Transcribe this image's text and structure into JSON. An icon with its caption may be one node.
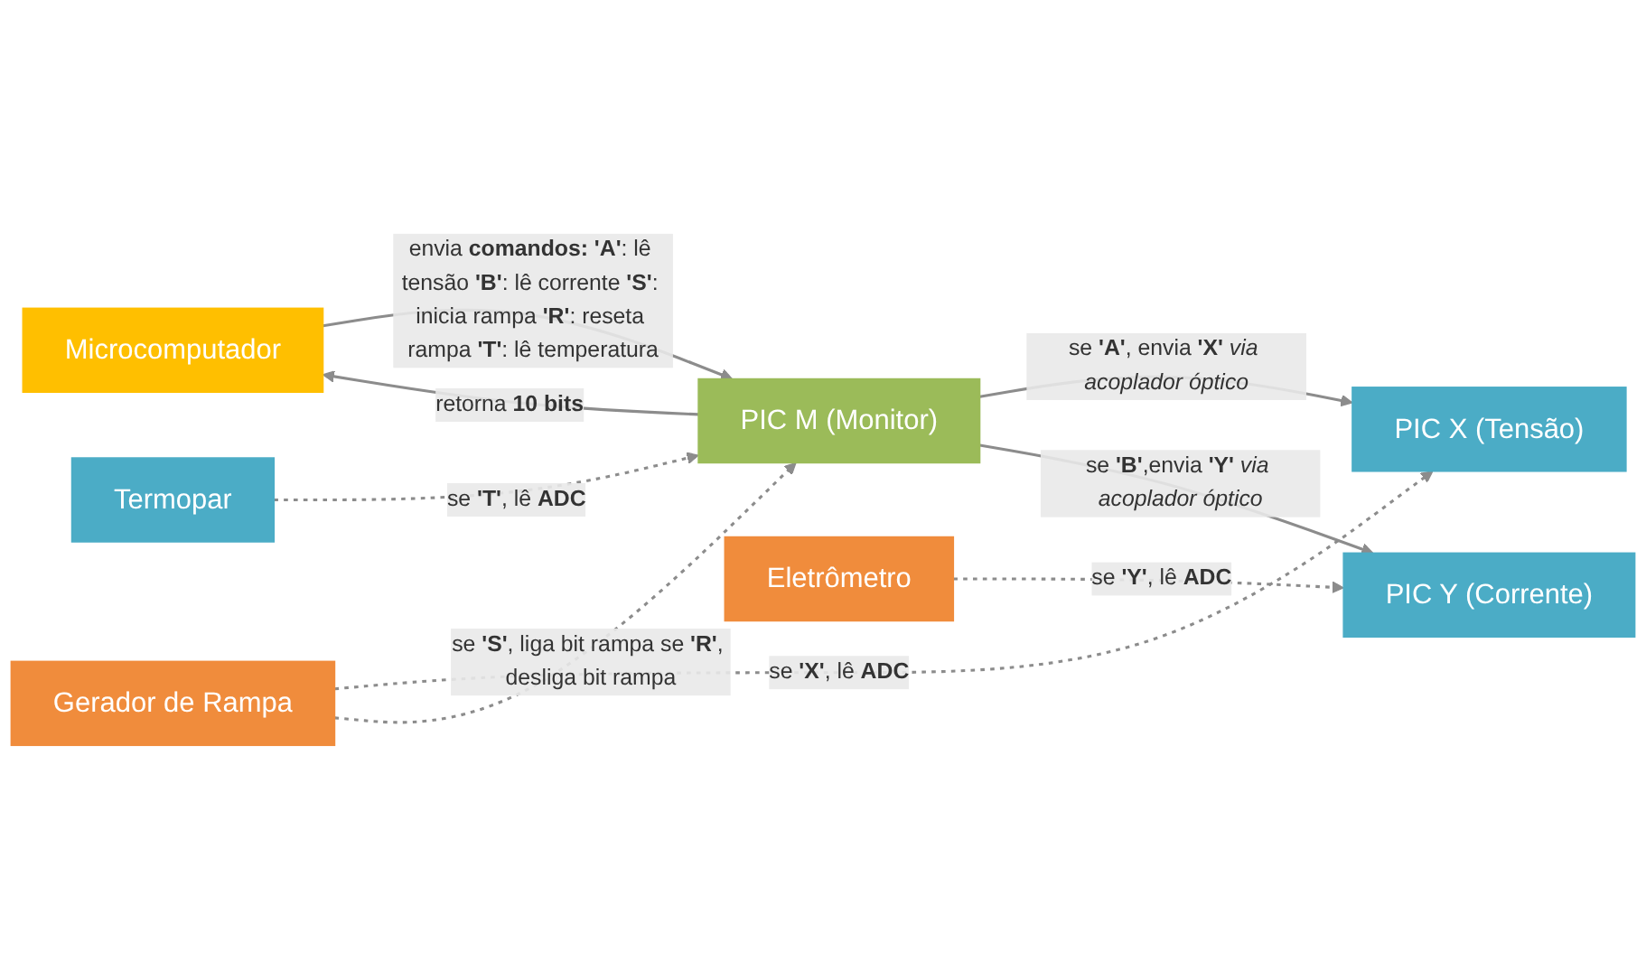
{
  "diagram": {
    "nodes": [
      {
        "text": [
          "Microcomputador"
        ]
      },
      {
        "text": [
          "PIC M (Monitor)"
        ]
      },
      {
        "text": [
          "PIC X (Tensão)"
        ]
      },
      {
        "text": [
          "Gerador de Rampa"
        ]
      },
      {
        "text": [
          "PIC Y (Corrente)"
        ]
      },
      {
        "text": [
          "Eletrômetro"
        ]
      },
      {
        "text": [
          "Termopar"
        ]
      }
    ],
    "edges": [
      {
        "from": 0,
        "to": 1,
        "arrow": "to",
        "label": "envia **comandos:** **'A'**: lê tensão **'B'**: lê corrente **'S'**: inicia rampa **'R'**: reseta rampa **'T'**: lê temperatura"
      },
      {
        "from": 1,
        "to": 0,
        "arrow": "to",
        "label": "retorna **10 bits**"
      },
      {
        "from": 1,
        "to": 2,
        "arrow": "to",
        "label": "se **'A'**, envia **'X'** *via acoplador óptico*"
      },
      {
        "from": 3,
        "to": 2,
        "arrow": "to",
        "style": "dashed",
        "label": "se **'X'**, lê **ADC**"
      },
      {
        "from": 1,
        "to": 4,
        "arrow": "to",
        "label": "se **'B'**,envia **'Y'** *via acoplador óptico*"
      },
      {
        "from": 5,
        "to": 4,
        "arrow": "to",
        "style": "dashed",
        "label": "se **'Y'**, lê **ADC**"
      },
      {
        "from": 3,
        "to": 1,
        "arrow": "to",
        "style": "dashed",
        "label": "se **'S'**, liga bit rampa se **'R'**, desliga bit rampa"
      },
      {
        "from": 6,
        "to": 1,
        "arrow": "to",
        "style": "dashed",
        "label": "se **'T'**, lê **ADC**"
      }
    ]
  }
}
